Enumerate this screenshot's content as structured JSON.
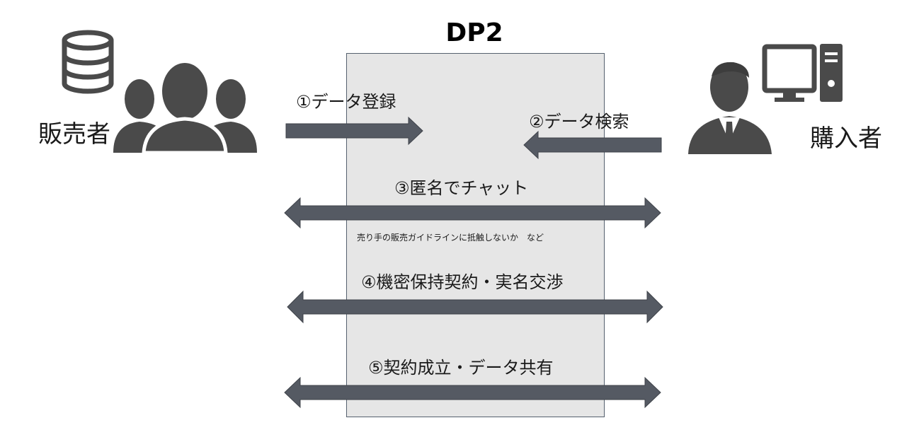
{
  "platform": {
    "title": "DP2"
  },
  "seller": {
    "label": "販売者",
    "icons": [
      "database-icon",
      "people-group-icon"
    ]
  },
  "buyer": {
    "label": "購入者",
    "icons": [
      "businessman-icon",
      "desktop-computer-icon"
    ]
  },
  "steps": [
    {
      "label": "①データ登録",
      "direction": "seller-to-platform"
    },
    {
      "label": "②データ検索",
      "direction": "buyer-to-platform"
    },
    {
      "label": "③匿名でチャット",
      "direction": "bidirectional",
      "note": "売り手の販売ガイドラインに抵触しないか　など"
    },
    {
      "label": "④機密保持契約・実名交渉",
      "direction": "bidirectional"
    },
    {
      "label": "⑤契約成立・データ共有",
      "direction": "bidirectional"
    }
  ],
  "colors": {
    "arrow": "#555a63",
    "icon": "#4a4a4a",
    "platform_fill": "#e6e6e6",
    "platform_border": "#55606e"
  }
}
